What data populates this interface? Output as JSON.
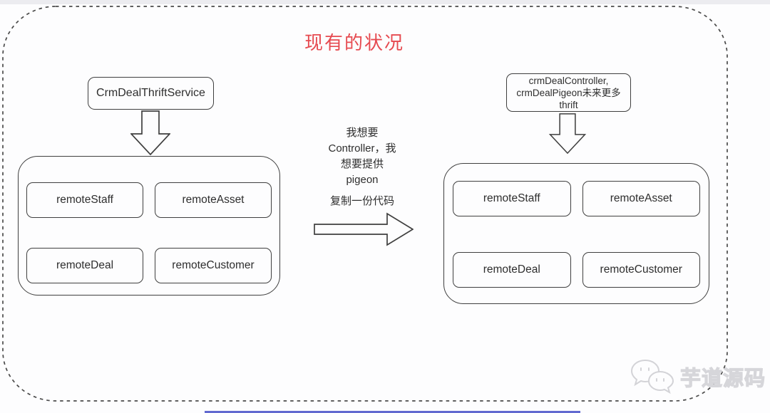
{
  "title": "现有的状况",
  "left": {
    "service": "CrmDealThriftService",
    "items": [
      "remoteStaff",
      "remoteAsset",
      "remoteDeal",
      "remoteCustomer"
    ]
  },
  "right": {
    "service_lines": [
      "crmDealController,",
      "crmDealPigeon未来更多",
      "thrift"
    ],
    "items": [
      "remoteStaff",
      "remoteAsset",
      "remoteDeal",
      "remoteCustomer"
    ]
  },
  "middle": {
    "note_lines": [
      "我想要",
      "Controller，我",
      "想要提供",
      "pigeon"
    ],
    "action": "复制一份代码"
  },
  "watermark": "芋道源码",
  "colors": {
    "title_red": "#e64a50",
    "stroke": "#3f3f3f",
    "bottom_line_blue": "#4750c8",
    "watermark_gray": "#d6d6da"
  }
}
